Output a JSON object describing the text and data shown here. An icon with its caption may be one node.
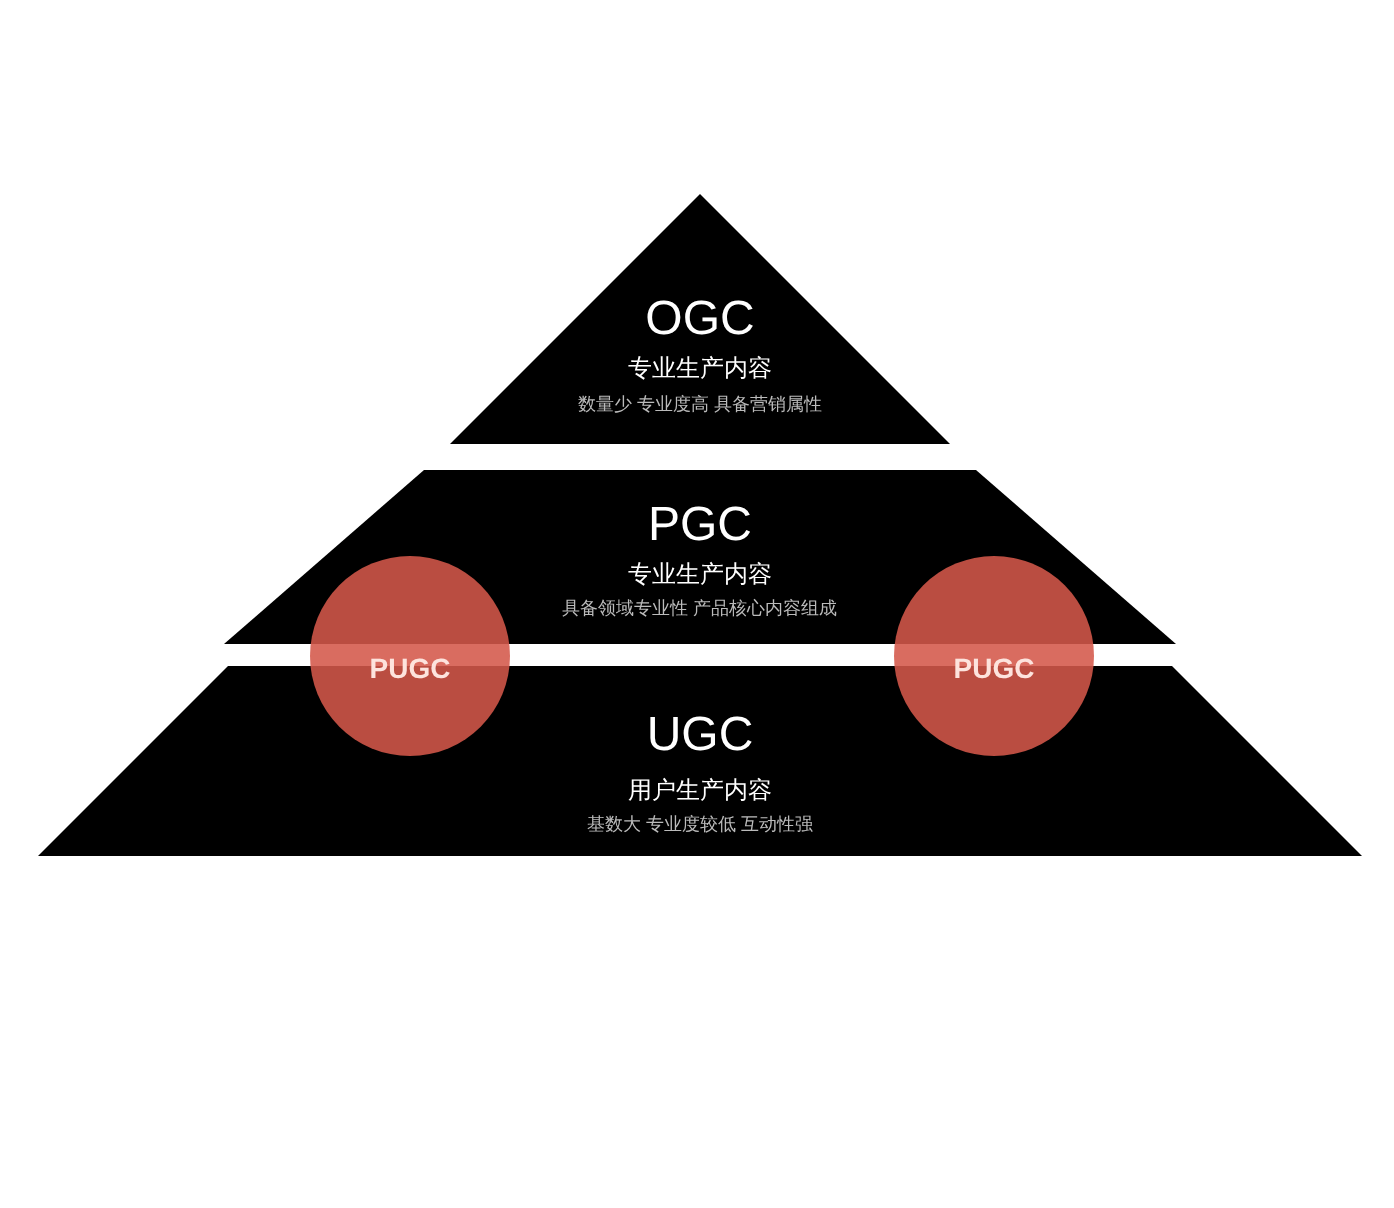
{
  "diagram": {
    "nodes": [
      {
        "text": [
          "OGC",
          "专业生产内容",
          "数量少 专业度高 具备营销属性"
        ]
      },
      {
        "text": [
          "PGC",
          "专业生产内容",
          "具备领域专业性 产品核心内容组成"
        ]
      },
      {
        "text": [
          "UGC",
          "用户生产内容",
          "基数大 专业度较低 互动性强"
        ]
      },
      {
        "text": [
          "PUGC"
        ]
      },
      {
        "text": [
          "PUGC"
        ]
      }
    ],
    "edges": []
  }
}
